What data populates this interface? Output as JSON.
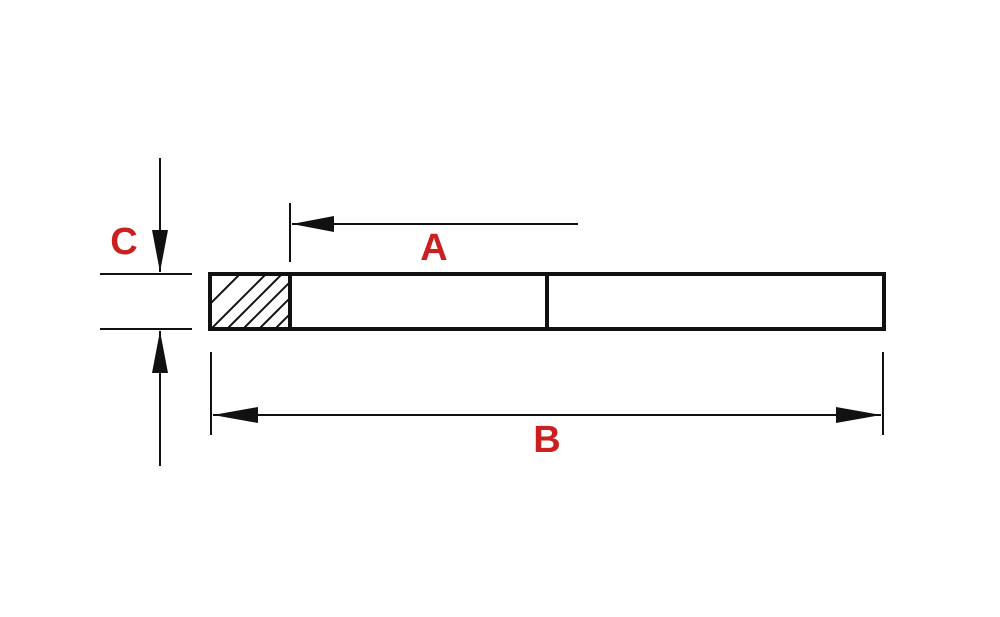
{
  "labels": {
    "a": "A",
    "b": "B",
    "c": "C"
  },
  "colors": {
    "label": "#cc1f1f",
    "line": "#111111",
    "background": "#ffffff"
  }
}
